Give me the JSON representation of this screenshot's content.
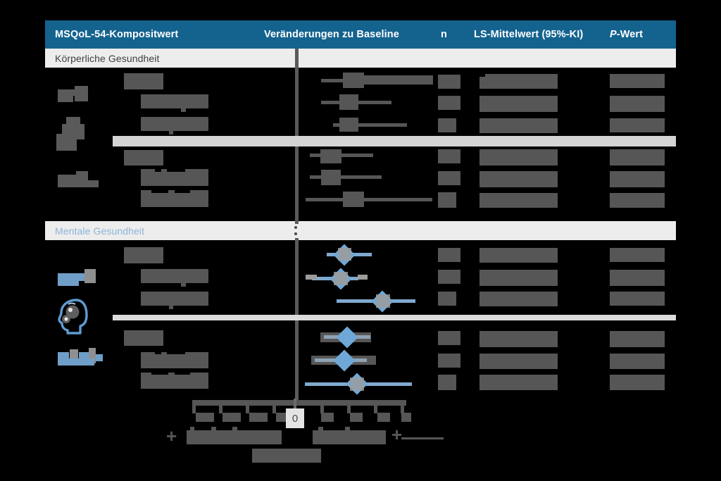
{
  "figure": {
    "kind": "forest-plot",
    "language": "de",
    "accent_blue": "#14638f",
    "marker_blue": "#6fa8d6",
    "redaction_gray": "#565656",
    "band_gray": "#ededed"
  },
  "header": {
    "col_measure": "MSQoL-54-Kompositwert",
    "col_changes": "Veränderungen zu Baseline",
    "col_n": "n",
    "col_lsmean": "LS-Mittelwert (95%-KI)",
    "col_p_italic": "P",
    "col_p_rest": "-Wert"
  },
  "sections": [
    {
      "label": "Körperliche Gesundheit"
    },
    {
      "label": "Mentale Gesundheit"
    }
  ],
  "axis": {
    "zero_label": "0",
    "tick_labels_redacted": true,
    "axis_title_redacted": true,
    "legend_left_redacted": true,
    "legend_right_redacted": true
  },
  "chart_data": {
    "type": "scatter",
    "title": "MSQoL-54-Kompositwert",
    "xlabel": "",
    "ylabel": "",
    "grid": false,
    "legend_position": "bottom",
    "note": "Alle Datenwerte im Screenshot sind durch graue Balken unkenntlich gemacht (redigiert). Nur die Nulllinienbeschriftung \"0\" ist lesbar.",
    "reference_line_x": 0,
    "groups": [
      {
        "name": "Körperliche Gesundheit",
        "marker_color": "#565656",
        "rows": [
          {
            "label_redacted": true,
            "estimate": null,
            "ci_low": null,
            "ci_high": null,
            "n_redacted": true,
            "lsmean_redacted": true,
            "p_redacted": true
          },
          {
            "label_redacted": true,
            "estimate": null,
            "ci_low": null,
            "ci_high": null,
            "n_redacted": true,
            "lsmean_redacted": true,
            "p_redacted": true
          },
          {
            "label_redacted": true,
            "estimate": null,
            "ci_low": null,
            "ci_high": null,
            "n_redacted": true,
            "lsmean_redacted": true,
            "p_redacted": true
          },
          {
            "label_redacted": true,
            "estimate": null,
            "ci_low": null,
            "ci_high": null,
            "n_redacted": true,
            "lsmean_redacted": true,
            "p_redacted": true
          },
          {
            "label_redacted": true,
            "estimate": null,
            "ci_low": null,
            "ci_high": null,
            "n_redacted": true,
            "lsmean_redacted": true,
            "p_redacted": true
          },
          {
            "label_redacted": true,
            "estimate": null,
            "ci_low": null,
            "ci_high": null,
            "n_redacted": true,
            "lsmean_redacted": true,
            "p_redacted": true
          }
        ]
      },
      {
        "name": "Mentale Gesundheit",
        "marker_color": "#6fa8d6",
        "rows": [
          {
            "label_redacted": true,
            "estimate": null,
            "ci_low": null,
            "ci_high": null,
            "n_redacted": true,
            "lsmean_redacted": true,
            "p_redacted": true
          },
          {
            "label_redacted": true,
            "estimate": null,
            "ci_low": null,
            "ci_high": null,
            "n_redacted": true,
            "lsmean_redacted": true,
            "p_redacted": true
          },
          {
            "label_redacted": true,
            "estimate": null,
            "ci_low": null,
            "ci_high": null,
            "n_redacted": true,
            "lsmean_redacted": true,
            "p_redacted": true
          },
          {
            "label_redacted": true,
            "estimate": null,
            "ci_low": null,
            "ci_high": null,
            "n_redacted": true,
            "lsmean_redacted": true,
            "p_redacted": true
          },
          {
            "label_redacted": true,
            "estimate": null,
            "ci_low": null,
            "ci_high": null,
            "n_redacted": true,
            "lsmean_redacted": true,
            "p_redacted": true
          },
          {
            "label_redacted": true,
            "estimate": null,
            "ci_low": null,
            "ci_high": null,
            "n_redacted": true,
            "lsmean_redacted": true,
            "p_redacted": true
          }
        ]
      }
    ]
  }
}
